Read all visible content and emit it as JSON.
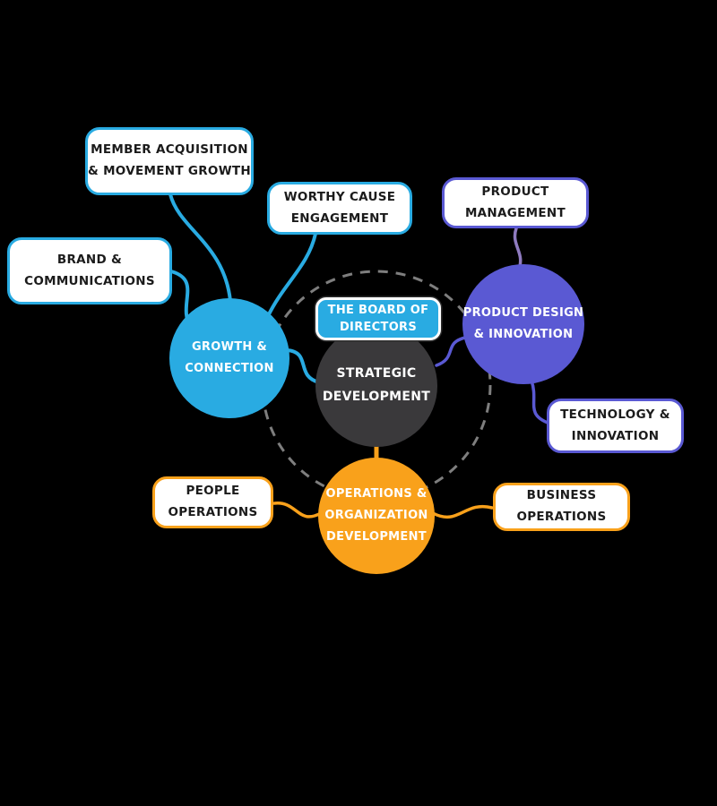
{
  "colors": {
    "background": "#000000",
    "cyan": "#29ABE2",
    "purple": "#5A59D3",
    "purple_link_light": "#8F7BC0",
    "orange": "#F9A11B",
    "dark_circle": "#3A393B",
    "box_bg": "#FFFFFF",
    "box_text": "#1B1B1B",
    "white_text": "#FFFFFF",
    "dashed_ring": "#7E7E7E"
  },
  "nodes": {
    "board": {
      "label": "THE BOARD OF\nDIRECTORS"
    },
    "center": {
      "label": "STRATEGIC\nDEVELOPMENT"
    },
    "growth": {
      "label": "GROWTH &\nCONNECTION"
    },
    "member_acquisition": {
      "label": "MEMBER ACQUISITION\n& MOVEMENT GROWTH"
    },
    "worthy_cause": {
      "label": "WORTHY CAUSE\nENGAGEMENT"
    },
    "brand_communications": {
      "label": "BRAND &\nCOMMUNICATIONS"
    },
    "product_design": {
      "label": "PRODUCT DESIGN\n& INNOVATION"
    },
    "product_management": {
      "label": "PRODUCT\nMANAGEMENT"
    },
    "technology_innovation": {
      "label": "TECHNOLOGY &\nINNOVATION"
    },
    "operations": {
      "label": "OPERATIONS &\nORGANIZATION\nDEVELOPMENT"
    },
    "people_operations": {
      "label": "PEOPLE\nOPERATIONS"
    },
    "business_operations": {
      "label": "BUSINESS\nOPERATIONS"
    }
  }
}
